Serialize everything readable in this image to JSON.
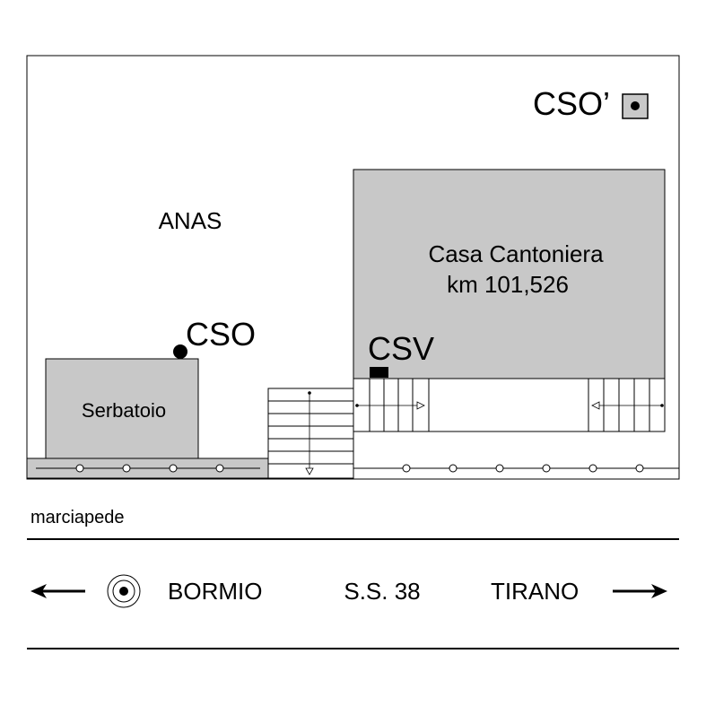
{
  "labels": {
    "anas": "ANAS",
    "casa_title": "Casa Cantoniera",
    "casa_km": "km 101,526",
    "cso": "CSO",
    "cso_prime": "CSO’",
    "csv": "CSV",
    "serbatoio": "Serbatoio",
    "marciapede": "marciapede",
    "bormio": "BORMIO",
    "road": "S.S. 38",
    "tirano": "TIRANO"
  },
  "colors": {
    "building_fill": "#c8c8c8",
    "line": "#000000",
    "background": "#ffffff"
  }
}
